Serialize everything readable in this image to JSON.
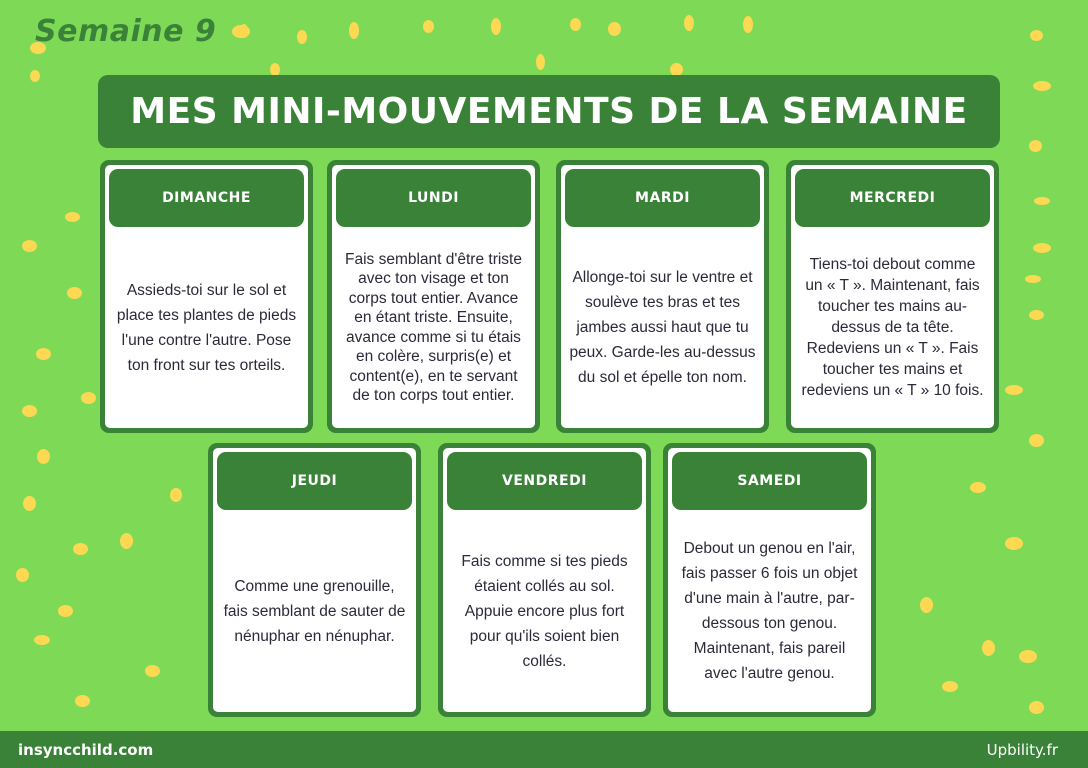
{
  "header": {
    "week_label": "Semaine 9",
    "title": "MES MINI-MOUVEMENTS DE LA SEMAINE"
  },
  "days": [
    {
      "name": "DIMANCHE",
      "text": "Assieds-toi sur le sol et place tes plantes de pieds l'une contre l'autre. Pose ton front sur tes orteils."
    },
    {
      "name": "LUNDI",
      "text": "Fais semblant d'être triste avec ton visage et ton corps tout entier. Avance en étant triste. Ensuite, avance comme si tu étais en colère, surpris(e) et content(e), en te servant de ton corps tout entier."
    },
    {
      "name": "MARDI",
      "text": "Allonge-toi sur le ventre et soulève tes bras et tes jambes aussi haut que tu peux. Garde-les au-dessus du sol et épelle ton nom."
    },
    {
      "name": "MERCREDI",
      "text": "Tiens-toi debout comme un « T ». Maintenant, fais toucher tes mains au-dessus de ta tête. Redeviens un « T ». Fais toucher tes mains et redeviens un « T » 10 fois."
    },
    {
      "name": "JEUDI",
      "text": "Comme une grenouille, fais semblant de sauter de nénuphar en nénuphar."
    },
    {
      "name": "VENDREDI",
      "text": "Fais comme si tes pieds étaient collés au sol. Appuie encore plus fort pour qu'ils soient bien collés."
    },
    {
      "name": "SAMEDI",
      "text": "Debout un genou en l'air, fais passer 6 fois un objet d'une main à l'autre, par-dessous ton genou. Maintenant, fais pareil avec l'autre genou."
    }
  ],
  "footer": {
    "left": "insyncchild.com",
    "right": "Upbility.fr"
  },
  "colors": {
    "background": "#7ed957",
    "dark_green": "#3a8238",
    "dot_yellow": "#fdd853",
    "card_bg": "#ffffff",
    "body_text": "#2a2a3a"
  }
}
